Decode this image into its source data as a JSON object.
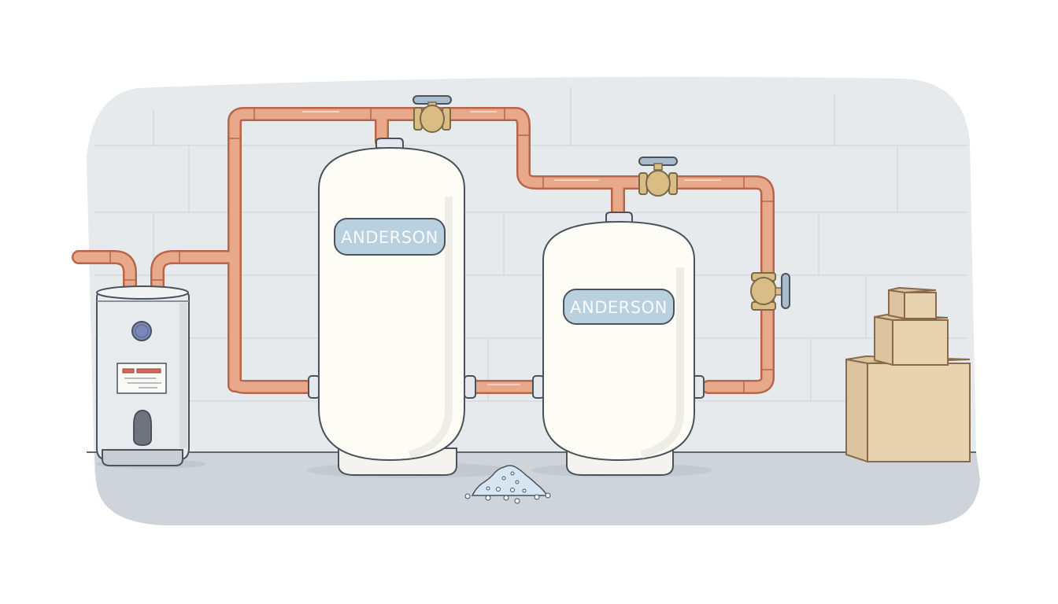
{
  "scene": {
    "description": "Basement water treatment setup with water heater, two tanks, copper pipes and valves",
    "colors": {
      "wall": "#e6eaed",
      "wall_lines": "#d4dadf",
      "floor": "#cfd4da",
      "floor_line": "#5f6770",
      "pipe_fill": "#e8a98a",
      "pipe_stroke": "#b8654a",
      "valve_fill": "#d9bd85",
      "valve_stroke": "#7a6a4a",
      "handle_fill": "#a9bccb",
      "tank_fill": "#fdfcf5",
      "tank_stroke": "#4a525c",
      "label_fill": "#b9d0df",
      "label_text": "#f7fafc",
      "box_fill": "#e8d3b0",
      "box_stroke": "#8a6a4a",
      "heater_fill": "#e8ebee",
      "salt_fill": "#d5e5f2"
    }
  },
  "water_heater": {
    "gauge_color": "#7a88b8",
    "sticker_stripes": [
      "#d66a5a",
      "#d66a5a"
    ]
  },
  "tanks": [
    {
      "id": "large-tank",
      "brand_label": "ANDERSON"
    },
    {
      "id": "small-tank",
      "brand_label": "ANDERSON"
    }
  ],
  "valves": [
    {
      "id": "top-valve-1"
    },
    {
      "id": "top-valve-2"
    },
    {
      "id": "side-valve"
    }
  ],
  "boxes": {
    "count": 3
  },
  "salt_pile": {
    "present": true
  }
}
